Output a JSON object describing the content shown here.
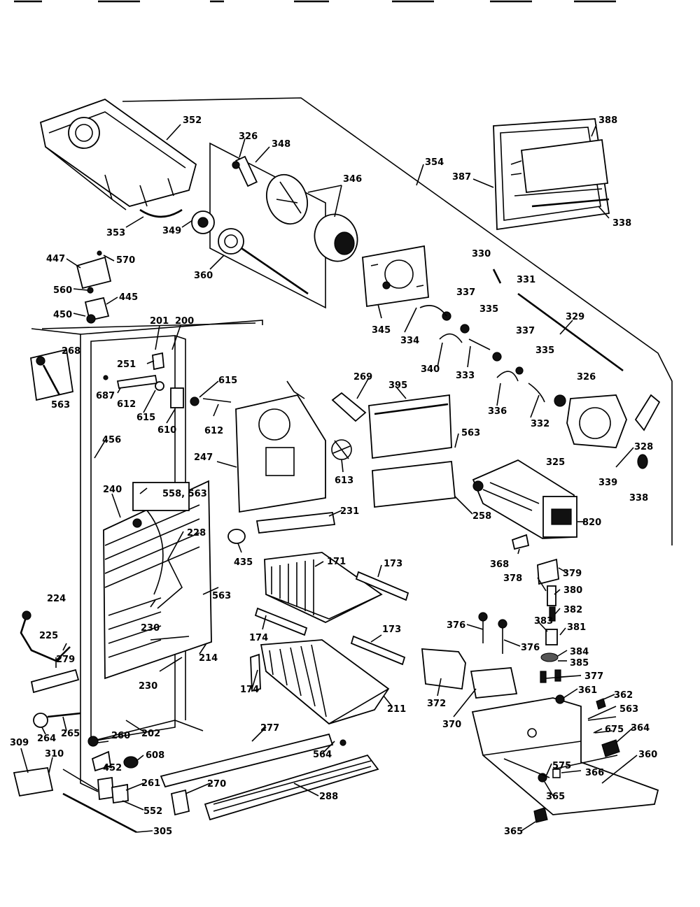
{
  "diagram": {
    "labels": [
      {
        "id": "l352",
        "text": "352"
      },
      {
        "id": "l326a",
        "text": "326"
      },
      {
        "id": "l348",
        "text": "348"
      },
      {
        "id": "l346",
        "text": "346"
      },
      {
        "id": "l354",
        "text": "354"
      },
      {
        "id": "l388",
        "text": "388"
      },
      {
        "id": "l387",
        "text": "387"
      },
      {
        "id": "l338a",
        "text": "338"
      },
      {
        "id": "l353",
        "text": "353"
      },
      {
        "id": "l349",
        "text": "349"
      },
      {
        "id": "l360a",
        "text": "360"
      },
      {
        "id": "l447",
        "text": "447"
      },
      {
        "id": "l570",
        "text": "570"
      },
      {
        "id": "l560",
        "text": "560"
      },
      {
        "id": "l445",
        "text": "445"
      },
      {
        "id": "l450",
        "text": "450"
      },
      {
        "id": "l330",
        "text": "330"
      },
      {
        "id": "l331",
        "text": "331"
      },
      {
        "id": "l337a",
        "text": "337"
      },
      {
        "id": "l335a",
        "text": "335"
      },
      {
        "id": "l329",
        "text": "329"
      },
      {
        "id": "l345",
        "text": "345"
      },
      {
        "id": "l334",
        "text": "334"
      },
      {
        "id": "l340",
        "text": "340"
      },
      {
        "id": "l333",
        "text": "333"
      },
      {
        "id": "l337b",
        "text": "337"
      },
      {
        "id": "l335b",
        "text": "335"
      },
      {
        "id": "l336",
        "text": "336"
      },
      {
        "id": "l332",
        "text": "332"
      },
      {
        "id": "l326b",
        "text": "326"
      },
      {
        "id": "l201",
        "text": "201"
      },
      {
        "id": "l200",
        "text": "200"
      },
      {
        "id": "l268",
        "text": "268"
      },
      {
        "id": "l563a",
        "text": "563"
      },
      {
        "id": "l251",
        "text": "251"
      },
      {
        "id": "l687",
        "text": "687"
      },
      {
        "id": "l612a",
        "text": "612"
      },
      {
        "id": "l615a",
        "text": "615"
      },
      {
        "id": "l615b",
        "text": "615"
      },
      {
        "id": "l610",
        "text": "610"
      },
      {
        "id": "l612b",
        "text": "612"
      },
      {
        "id": "l269",
        "text": "269"
      },
      {
        "id": "l395",
        "text": "395"
      },
      {
        "id": "l328",
        "text": "328"
      },
      {
        "id": "l325",
        "text": "325"
      },
      {
        "id": "l456",
        "text": "456"
      },
      {
        "id": "l247",
        "text": "247"
      },
      {
        "id": "l563b",
        "text": "563"
      },
      {
        "id": "l613",
        "text": "613"
      },
      {
        "id": "l339",
        "text": "339"
      },
      {
        "id": "l338b",
        "text": "338"
      },
      {
        "id": "l240",
        "text": "240"
      },
      {
        "id": "l558",
        "text": "558, 563"
      },
      {
        "id": "l231",
        "text": "231"
      },
      {
        "id": "l258",
        "text": "258"
      },
      {
        "id": "l820",
        "text": "820"
      },
      {
        "id": "l228",
        "text": "228"
      },
      {
        "id": "l435",
        "text": "435"
      },
      {
        "id": "l171",
        "text": "171"
      },
      {
        "id": "l173a",
        "text": "173"
      },
      {
        "id": "l368",
        "text": "368"
      },
      {
        "id": "l379",
        "text": "379"
      },
      {
        "id": "l378",
        "text": "378"
      },
      {
        "id": "l380",
        "text": "380"
      },
      {
        "id": "l563c",
        "text": "563"
      },
      {
        "id": "l224",
        "text": "224"
      },
      {
        "id": "l382",
        "text": "382"
      },
      {
        "id": "l230a",
        "text": "230"
      },
      {
        "id": "l376a",
        "text": "376"
      },
      {
        "id": "l383",
        "text": "383"
      },
      {
        "id": "l381",
        "text": "381"
      },
      {
        "id": "l225",
        "text": "225"
      },
      {
        "id": "l174a",
        "text": "174"
      },
      {
        "id": "l173b",
        "text": "173"
      },
      {
        "id": "l214",
        "text": "214"
      },
      {
        "id": "l376b",
        "text": "376"
      },
      {
        "id": "l384",
        "text": "384"
      },
      {
        "id": "l279",
        "text": "279"
      },
      {
        "id": "l385",
        "text": "385"
      },
      {
        "id": "l230b",
        "text": "230"
      },
      {
        "id": "l377",
        "text": "377"
      },
      {
        "id": "l174b",
        "text": "174"
      },
      {
        "id": "l372",
        "text": "372"
      },
      {
        "id": "l211",
        "text": "211"
      },
      {
        "id": "l361",
        "text": "361"
      },
      {
        "id": "l362",
        "text": "362"
      },
      {
        "id": "l563d",
        "text": "563"
      },
      {
        "id": "l370",
        "text": "370"
      },
      {
        "id": "l264",
        "text": "264"
      },
      {
        "id": "l265",
        "text": "265"
      },
      {
        "id": "l202",
        "text": "202"
      },
      {
        "id": "l277",
        "text": "277"
      },
      {
        "id": "l675",
        "text": "675"
      },
      {
        "id": "l364",
        "text": "364"
      },
      {
        "id": "l309",
        "text": "309"
      },
      {
        "id": "l310",
        "text": "310"
      },
      {
        "id": "l260",
        "text": "260"
      },
      {
        "id": "l564",
        "text": "564"
      },
      {
        "id": "l360b",
        "text": "360"
      },
      {
        "id": "l608",
        "text": "608"
      },
      {
        "id": "l575",
        "text": "575"
      },
      {
        "id": "l366",
        "text": "366"
      },
      {
        "id": "l452",
        "text": "452"
      },
      {
        "id": "l261",
        "text": "261"
      },
      {
        "id": "l270",
        "text": "270"
      },
      {
        "id": "l365a",
        "text": "365"
      },
      {
        "id": "l288",
        "text": "288"
      },
      {
        "id": "l552",
        "text": "552"
      },
      {
        "id": "l365b",
        "text": "365"
      },
      {
        "id": "l305",
        "text": "305"
      }
    ]
  }
}
